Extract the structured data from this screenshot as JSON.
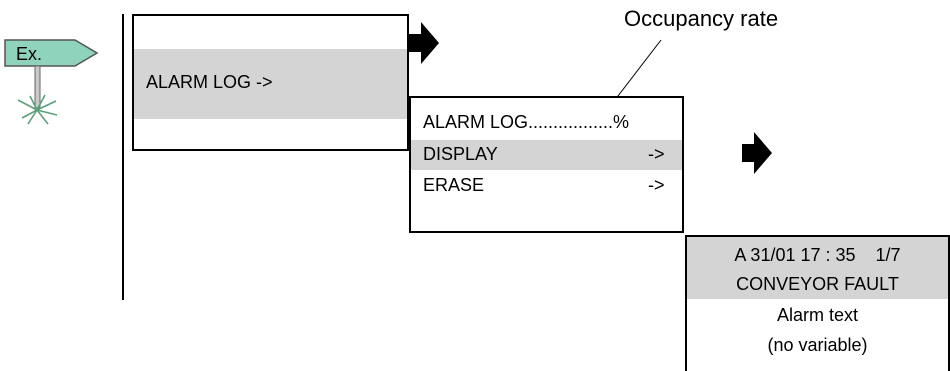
{
  "example_sign": {
    "label": "Ex."
  },
  "annotation": {
    "occupancy_label": "Occupancy rate"
  },
  "screen1": {
    "line1": "ALARM LOG ->"
  },
  "screen2": {
    "rows": [
      {
        "label": "ALARM LOG.................%",
        "arrow": ""
      },
      {
        "label": "DISPLAY",
        "arrow": "->"
      },
      {
        "label": "ERASE",
        "arrow": "->"
      }
    ]
  },
  "screen3": {
    "lines": [
      "A 31/01 17 : 35    1/7",
      "CONVEYOR FAULT",
      "Alarm text",
      "(no variable)"
    ]
  },
  "colors": {
    "highlight": "#d4d4d4",
    "sign_fill": "#8fd3bd",
    "grass": "#5aa07a"
  }
}
